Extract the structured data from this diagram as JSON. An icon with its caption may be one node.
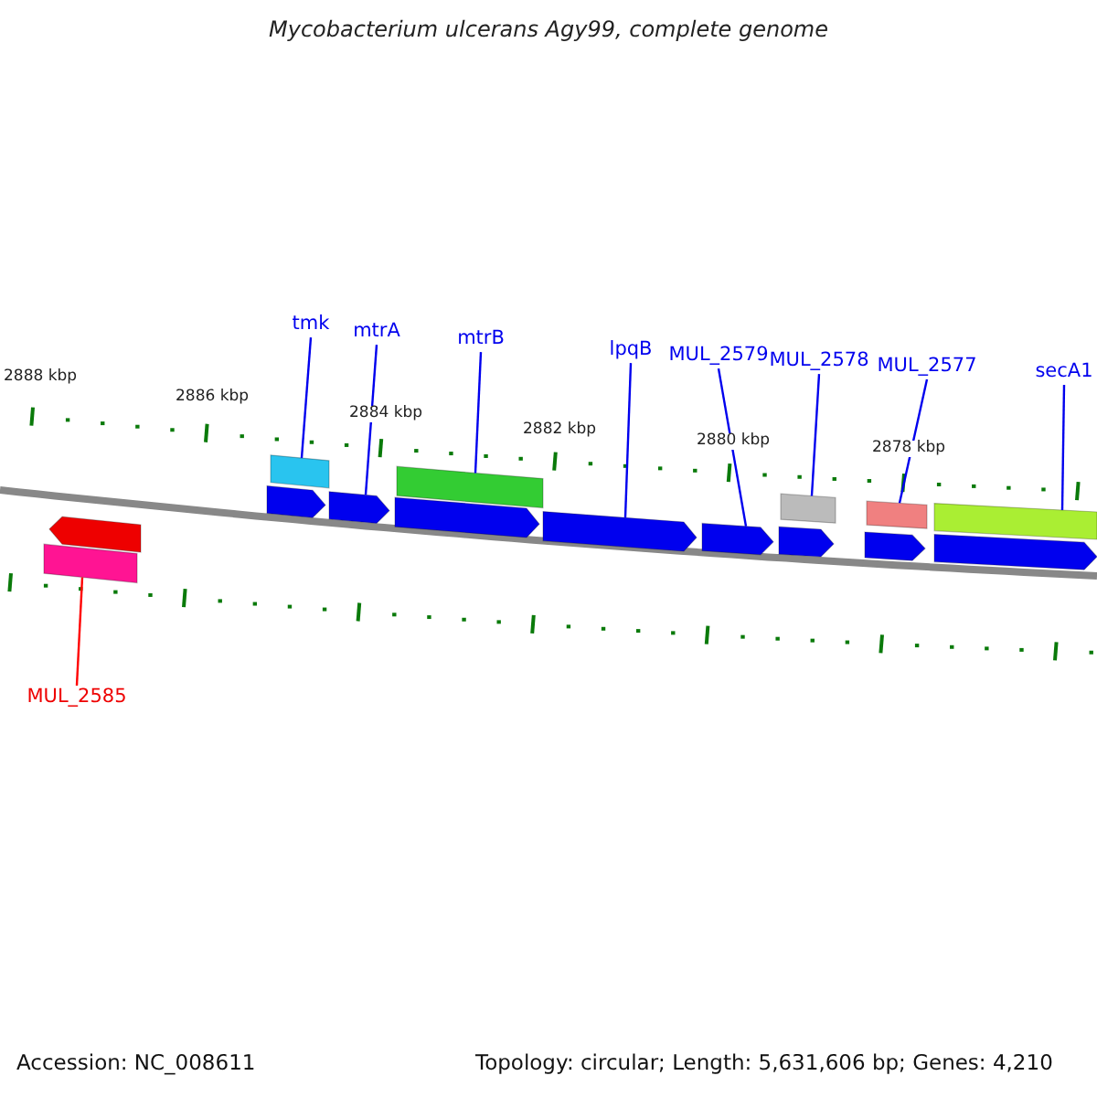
{
  "diagram": {
    "title": "Mycobacterium ulcerans Agy99, complete genome",
    "nodes": [
      {
        "text": [
          "tmk"
        ]
      },
      {
        "text": [
          "mtrA"
        ]
      },
      {
        "text": [
          "mtrB"
        ]
      },
      {
        "text": [
          "lpqB"
        ]
      },
      {
        "text": [
          "MUL_2579"
        ]
      },
      {
        "text": [
          "MUL_2578"
        ]
      },
      {
        "text": [
          "MUL_2577"
        ]
      },
      {
        "text": [
          "secA1"
        ]
      },
      {
        "text": [
          "MUL_2585"
        ]
      },
      {
        "text": [],
        "shape": "arrow"
      },
      {
        "text": [],
        "shape": "bar"
      },
      {
        "text": [],
        "shape": "bar"
      },
      {
        "text": [],
        "shape": "arrow"
      },
      {
        "text": [],
        "shape": "arrow"
      },
      {
        "text": [],
        "shape": "bar"
      },
      {
        "text": [],
        "shape": "arrow"
      },
      {
        "text": [],
        "shape": "arrow"
      },
      {
        "text": [],
        "shape": "arrow"
      },
      {
        "text": [],
        "shape": "bar"
      },
      {
        "text": [],
        "shape": "arrow"
      },
      {
        "text": [],
        "shape": "bar"
      },
      {
        "text": [],
        "shape": "arrow"
      },
      {
        "text": [],
        "shape": "bar"
      },
      {
        "text": [],
        "shape": "arrow"
      }
    ],
    "edges": [
      {
        "from": 0,
        "to": 11,
        "arrow": "none"
      },
      {
        "from": 1,
        "to": 13,
        "arrow": "none"
      },
      {
        "from": 2,
        "to": 14,
        "arrow": "none"
      },
      {
        "from": 3,
        "to": 16,
        "arrow": "none"
      },
      {
        "from": 4,
        "to": 17,
        "arrow": "none"
      },
      {
        "from": 5,
        "to": 18,
        "arrow": "none"
      },
      {
        "from": 6,
        "to": 20,
        "arrow": "none"
      },
      {
        "from": 7,
        "to": 22,
        "arrow": "none"
      },
      {
        "from": 8,
        "to": 10,
        "arrow": "none",
        "color": "#ff0000"
      }
    ],
    "labels": [
      "2888 kbp",
      "2886 kbp",
      "2884 kbp",
      "2882 kbp",
      "2880 kbp",
      "2878 kbp",
      "Accession: NC_008611",
      "Topology: circular; Length: 5,631,606 bp; Genes: 4,210"
    ]
  }
}
